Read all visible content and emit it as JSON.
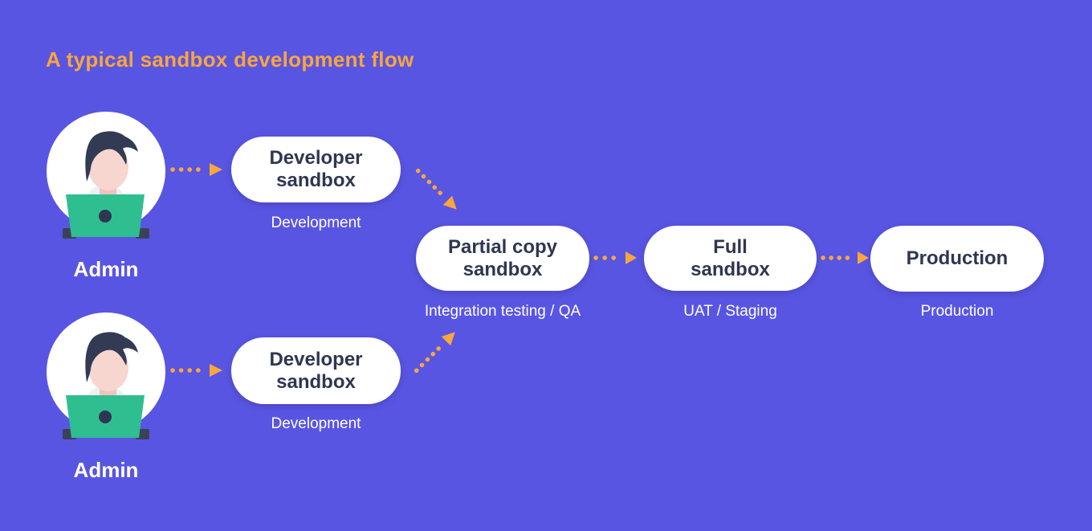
{
  "colors": {
    "bg": "#5955E3",
    "accent": "#F9A63C",
    "pillBg": "#FFFFFF",
    "pillText": "#2F3651",
    "captionText": "#FFFFFF",
    "laptopGreen": "#2FBE90",
    "hairNavy": "#333A54",
    "facePink": "#F7D6D0"
  },
  "title": "A typical sandbox development flow",
  "actors": [
    {
      "label": "Admin"
    },
    {
      "label": "Admin"
    }
  ],
  "nodes": [
    {
      "label": "Developer\nsandbox",
      "caption": "Development"
    },
    {
      "label": "Developer\nsandbox",
      "caption": "Development"
    },
    {
      "label": "Partial copy\nsandbox",
      "caption": "Integration testing / QA"
    },
    {
      "label": "Full\nsandbox",
      "caption": "UAT / Staging"
    },
    {
      "label": "Production",
      "caption": "Production"
    }
  ]
}
